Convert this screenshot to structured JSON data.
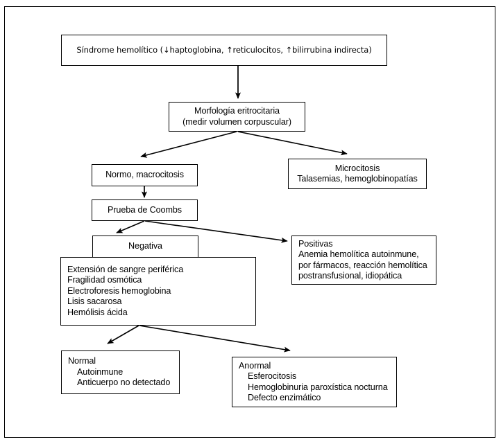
{
  "diagram": {
    "title": "Algoritmo diagnostico del sindrome hemolitico",
    "language": "es",
    "line_color": "#000000",
    "box_fill": "#ffffff",
    "nodes": {
      "n1": {
        "id": "sindrome-hemolitico",
        "lines": [
          "Síndrome hemolítico (↓haptoglobina,  ↑reticulocitos,  ↑bilirrubina indirecta)"
        ]
      },
      "n2": {
        "id": "morfologia-eritrocitaria",
        "lines": [
          "Morfología eritrocitaria",
          "(medir volumen corpuscular)"
        ]
      },
      "n3": {
        "id": "normo-macrocitosis",
        "lines": [
          "Normo, macrocitosis"
        ]
      },
      "n4": {
        "id": "microcitosis",
        "lines": [
          "Microcitosis",
          "Talasemias, hemoglobinopatías"
        ]
      },
      "n5": {
        "id": "prueba-de-coombs",
        "lines": [
          "Prueba de Coombs"
        ]
      },
      "n6": {
        "id": "negativa",
        "lines": [
          "Negativa"
        ]
      },
      "n7": {
        "id": "positivas",
        "lines": [
          "Positivas",
          "Anemia hemolítica autoinmune,",
          "por fármacos, reacción hemolítica",
          "postransfusional, idiopática"
        ]
      },
      "n8": {
        "id": "pruebas-laboratorio",
        "lines": [
          "Extensión de sangre periférica",
          "Fragilidad osmótica",
          "Electroforesis hemoglobina",
          "Lisis sacarosa",
          "Hemólisis ácida"
        ]
      },
      "n9": {
        "id": "normal",
        "lines": [
          "Normal",
          "Autoinmune",
          "Anticuerpo no detectado"
        ]
      },
      "n10": {
        "id": "anormal",
        "lines": [
          "Anormal",
          "Esferocitosis",
          "Hemoglobinuria paroxística nocturna",
          "Defecto enzimático"
        ]
      }
    },
    "edges": [
      {
        "name": "edge-sindrome-to-morfologia",
        "from": "n1",
        "to": "n2",
        "kind": "straight-down"
      },
      {
        "name": "edge-morfologia-to-normo",
        "from": "n2",
        "to": "n3",
        "kind": "split-left"
      },
      {
        "name": "edge-morfologia-to-microcitosis",
        "from": "n2",
        "to": "n4",
        "kind": "split-right"
      },
      {
        "name": "edge-normo-to-coombs",
        "from": "n3",
        "to": "n5",
        "kind": "straight-down"
      },
      {
        "name": "edge-coombs-to-negativa",
        "from": "n5",
        "to": "n6",
        "kind": "split-left"
      },
      {
        "name": "edge-coombs-to-positivas",
        "from": "n5",
        "to": "n7",
        "kind": "split-right"
      },
      {
        "name": "edge-pruebas-to-normal",
        "from": "n8",
        "to": "n9",
        "kind": "split-left"
      },
      {
        "name": "edge-pruebas-to-anormal",
        "from": "n8",
        "to": "n10",
        "kind": "split-right"
      }
    ]
  }
}
